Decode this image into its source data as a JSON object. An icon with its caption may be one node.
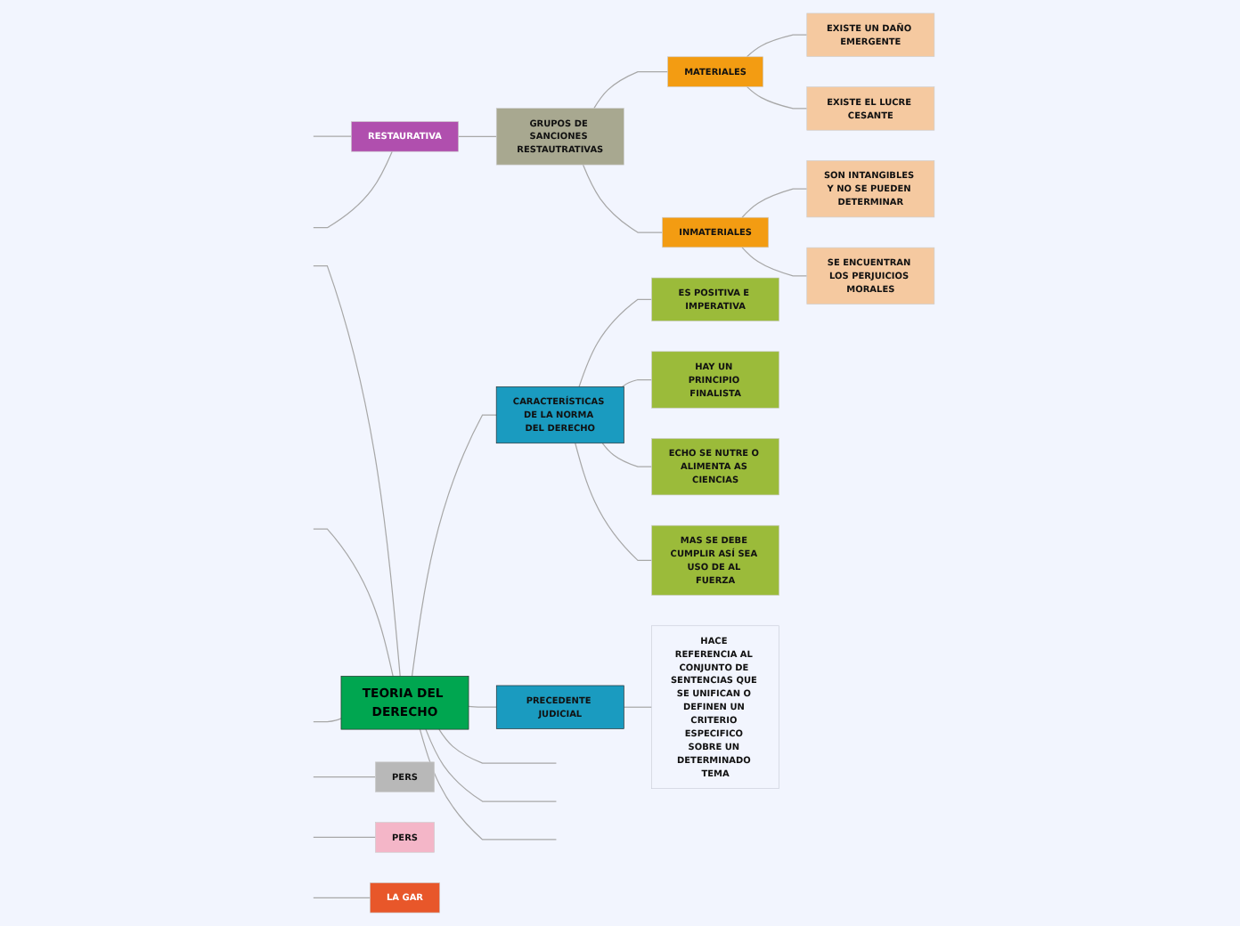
{
  "diagram": {
    "nodes": [
      {
        "text": [
          "TEORIA DEL DERECHO"
        ]
      },
      {
        "text": [
          "CARACTERÍSTICAS DE LA NORMA DEL DERECHO"
        ]
      },
      {
        "text": [
          "ES POSITIVA E IMPERATIVA"
        ]
      },
      {
        "text": [
          "HAY UN PRINCIPIO FINALISTA"
        ]
      },
      {
        "text": [
          "ECHO SE NUTRE O ALIMENTA AS CIENCIAS"
        ]
      },
      {
        "text": [
          "MAS SE DEBE CUMPLIR ASÍ SEA USO DE AL FUERZA"
        ]
      },
      {
        "text": [
          "PRECEDENTE JUDICIAL"
        ]
      },
      {
        "text": [
          "HACE REFERENCIA AL CONJUNTO DE SENTENCIAS QUE SE UNIFICAN O DEFINEN UN CRITERIO ESPECIFICO SOBRE UN DETERMINADO TEMA"
        ]
      },
      {
        "text": [
          "RESTAURATIVA"
        ]
      },
      {
        "text": [
          "GRUPOS DE SANCIONES RESTAUTRATIVAS"
        ]
      },
      {
        "text": [
          "MATERIALES"
        ]
      },
      {
        "text": [
          "INMATERIALES"
        ]
      },
      {
        "text": [
          "EXISTE UN DAÑO EMERGENTE"
        ]
      },
      {
        "text": [
          "EXISTE EL LUCRE CESANTE"
        ]
      },
      {
        "text": [
          "SON INTANGIBLES Y NO SE PUEDEN DETERMINAR"
        ]
      },
      {
        "text": [
          "SE ENCUENTRAN LOS PERJUICIOS MORALES"
        ]
      },
      {
        "text": [
          "PERS"
        ]
      },
      {
        "text": [
          "PERS"
        ]
      },
      {
        "text": [
          "LA GAR"
        ]
      }
    ],
    "edges": [
      {
        "from": 0,
        "to": 1,
        "arrow": "none"
      },
      {
        "from": 1,
        "to": 2,
        "arrow": "none"
      },
      {
        "from": 1,
        "to": 3,
        "arrow": "none"
      },
      {
        "from": 1,
        "to": 4,
        "arrow": "none"
      },
      {
        "from": 1,
        "to": 5,
        "arrow": "none"
      },
      {
        "from": 0,
        "to": 6,
        "arrow": "none"
      },
      {
        "from": 6,
        "to": 7,
        "arrow": "none"
      },
      {
        "from": 0,
        "to": null,
        "arrow": "none"
      },
      {
        "from": 0,
        "to": null,
        "arrow": "none"
      },
      {
        "from": 0,
        "to": null,
        "arrow": "none"
      },
      {
        "from": 0,
        "to": null,
        "arrow": "none"
      },
      {
        "from": 0,
        "to": null,
        "arrow": "none"
      },
      {
        "from": 0,
        "to": null,
        "arrow": "none"
      },
      {
        "from": null,
        "to": 8,
        "arrow": "none"
      },
      {
        "from": 8,
        "to": 9,
        "arrow": "none"
      },
      {
        "from": 8,
        "to": null,
        "arrow": "none"
      },
      {
        "from": 9,
        "to": 10,
        "arrow": "none"
      },
      {
        "from": 9,
        "to": 11,
        "arrow": "none"
      },
      {
        "from": 10,
        "to": 12,
        "arrow": "none"
      },
      {
        "from": 10,
        "to": 13,
        "arrow": "none"
      },
      {
        "from": 11,
        "to": 14,
        "arrow": "none"
      },
      {
        "from": 11,
        "to": 15,
        "arrow": "none"
      },
      {
        "from": null,
        "to": 16,
        "arrow": "none"
      },
      {
        "from": null,
        "to": 17,
        "arrow": "none"
      },
      {
        "from": null,
        "to": 18,
        "arrow": "none"
      }
    ]
  }
}
